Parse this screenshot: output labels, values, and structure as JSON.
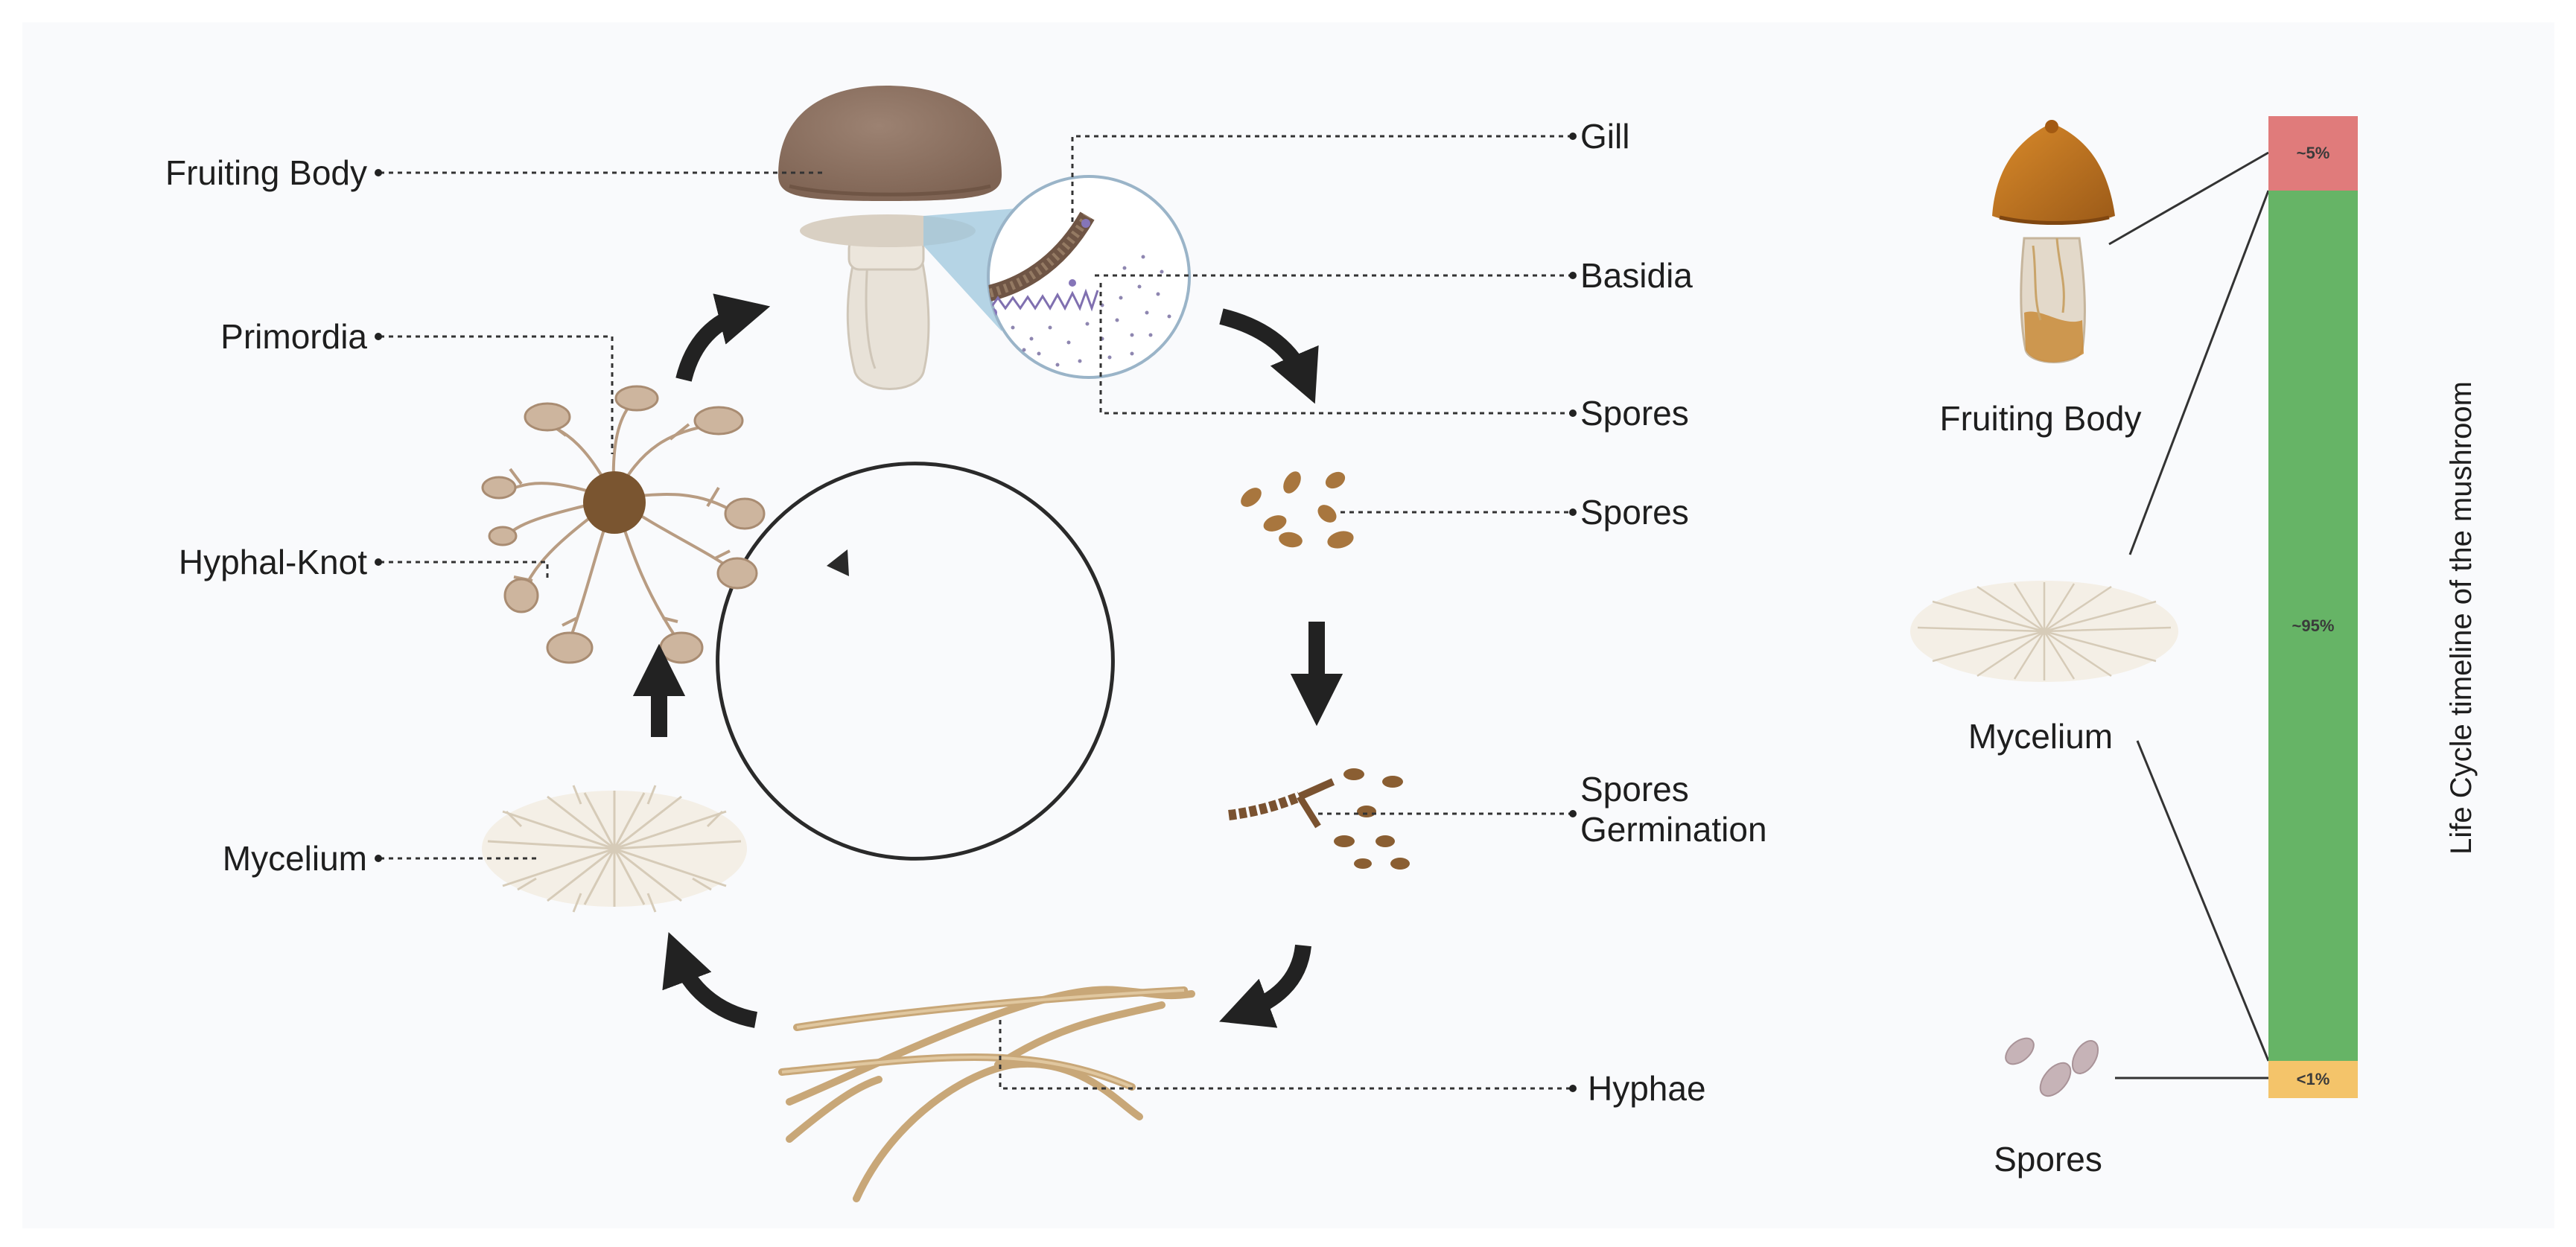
{
  "cycle_labels": {
    "fruiting_body": "Fruiting Body",
    "primordia": "Primordia",
    "hyphal_knot": "Hyphal-Knot",
    "mycelium": "Mycelium",
    "gill": "Gill",
    "basidia": "Basidia",
    "spores_gill": "Spores",
    "spores": "Spores",
    "germination_line1": "Spores",
    "germination_line2": "Germination",
    "hyphae": "Hyphae"
  },
  "timeline": {
    "title": "Life Cycle timeline of  the mushroom",
    "stages": {
      "fruiting_body": "Fruiting Body",
      "mycelium": "Mycelium",
      "spores": "Spores"
    },
    "segments": [
      {
        "label": "~5%",
        "color": "#e07b7b",
        "share": 5
      },
      {
        "label": "~95%",
        "color": "#66b466",
        "share": 95
      },
      {
        "label": "<1%",
        "color": "#f4c46a",
        "share": 1
      }
    ]
  },
  "colors": {
    "cap": "#8f7463",
    "stem": "#e4ddd2",
    "knot": "#7a5530",
    "hyphae": "#c8a778",
    "mycelium": "#d8cfc0",
    "spore": "#a8763e",
    "arrow": "#222222"
  }
}
